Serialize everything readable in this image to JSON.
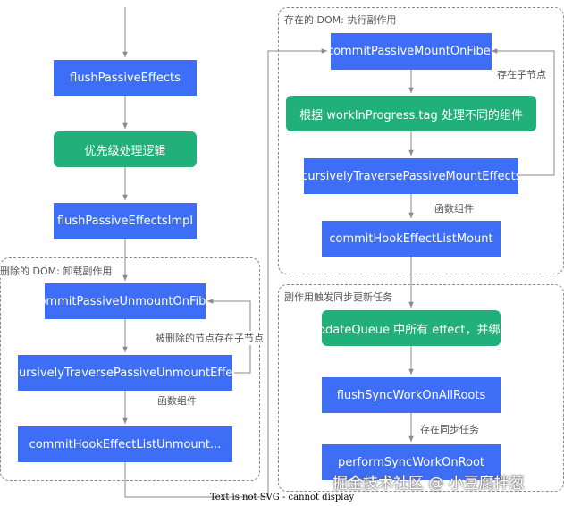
{
  "groups": {
    "deletion": "删除的 DOM: 卸载副作用",
    "existing": "存在的 DOM: 执行副作用",
    "sync": "副作用触发同步更新任务"
  },
  "nodes": {
    "flush_passive_effects": "flushPassiveEffects",
    "priority_logic": "优先级处理逻辑",
    "flush_passive_effects_impl": "flushPassiveEffectsImpl",
    "commit_passive_unmount": "commitPassiveUnmountOnFiber",
    "recursively_unmount": "recursivelyTraversePassiveUnmountEffects",
    "commit_hook_unmount": "commitHookEffectListUnmount...",
    "commit_passive_mount": "commitPassiveMountOnFiber",
    "handle_tags": "根据 workInProgress.tag 处理不同的组件",
    "recursively_mount": "recursivelyTraversePassiveMountEffects...",
    "commit_hook_mount": "commitHookEffectListMount",
    "update_queue": "updateQueue 中所有 effect，并绑定",
    "flush_sync": "flushSyncWorkOnAllRoots",
    "perform_sync": "performSyncWorkOnRoot"
  },
  "edge_labels": {
    "deleted_children": "被删除的节点存在子节点",
    "function_component_left": "函数组件",
    "has_children": "存在子节点",
    "function_component_right": "函数组件",
    "has_sync_task": "存在同步任务"
  },
  "watermark": "掘金技术社区 @ 小豆腐拌葱",
  "footer_note": "Text is not SVG - cannot display"
}
